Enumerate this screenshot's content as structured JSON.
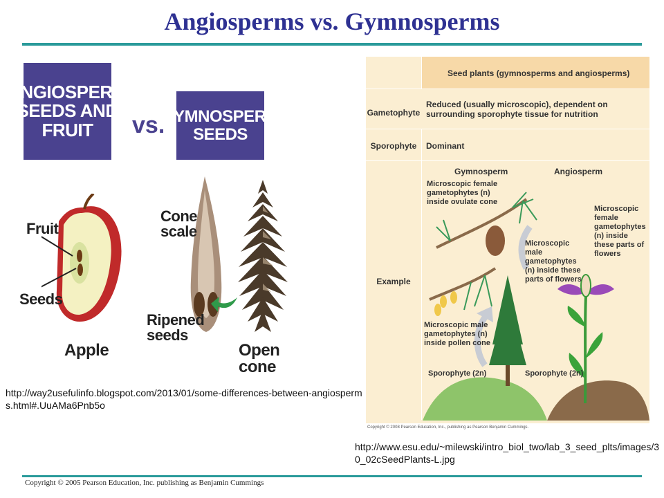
{
  "title": "Angiosperms vs. Gymnosperms",
  "left_figure": {
    "angio_box": "ANGIOSPERM SEEDS AND FRUIT",
    "vs": "vs.",
    "gymno_box": "GYMNOSPERM SEEDS",
    "labels": {
      "fruit": "Fruit",
      "seeds": "Seeds",
      "apple": "Apple",
      "cone_scale": "Cone scale",
      "ripened_seeds": "Ripened seeds",
      "open_cone": "Open cone"
    },
    "source_url": "http://way2usefulinfo.blogspot.com/2013/01/some-differences-between-angiosperms.html#.UuAMa6Pnb5o"
  },
  "right_figure": {
    "header": "Seed plants (gymnosperms and angiosperms)",
    "rows": {
      "gametophyte_label": "Gametophyte",
      "gametophyte_text": "Reduced (usually microscopic), dependent on surrounding sporophyte tissue for nutrition",
      "sporophyte_label": "Sporophyte",
      "sporophyte_text": "Dominant",
      "example_label": "Example"
    },
    "example": {
      "gymnosperm": "Gymnosperm",
      "angiosperm": "Angiosperm",
      "female_gymno": "Microscopic female gametophytes (n) inside ovulate cone",
      "male_angio": "Microscopic male gametophytes (n) inside these parts of flowers",
      "female_angio": "Microscopic female gametophytes (n) inside these parts of flowers",
      "male_gymno": "Microscopic male gametophytes (n) inside pollen cone",
      "sporophyte_gymno": "Sporophyte (2n)",
      "sporophyte_angio": "Sporophyte (2n)"
    },
    "copyright": "Copyright © 2008 Pearson Education, Inc., publishing as Pearson Benjamin Cummings.",
    "source_url": "http://www.esu.edu/~milewski/intro_biol_two/lab_3_seed_plts/images/30_02cSeedPlants-L.jpg"
  },
  "footer": "Copyright © 2005 Pearson Education, Inc. publishing as Benjamin Cummings",
  "colors": {
    "title": "#2e3192",
    "rule": "#2a9a9a",
    "box": "#4a428f",
    "table_bg": "#fbeed2",
    "table_head": "#f7d9a8"
  }
}
